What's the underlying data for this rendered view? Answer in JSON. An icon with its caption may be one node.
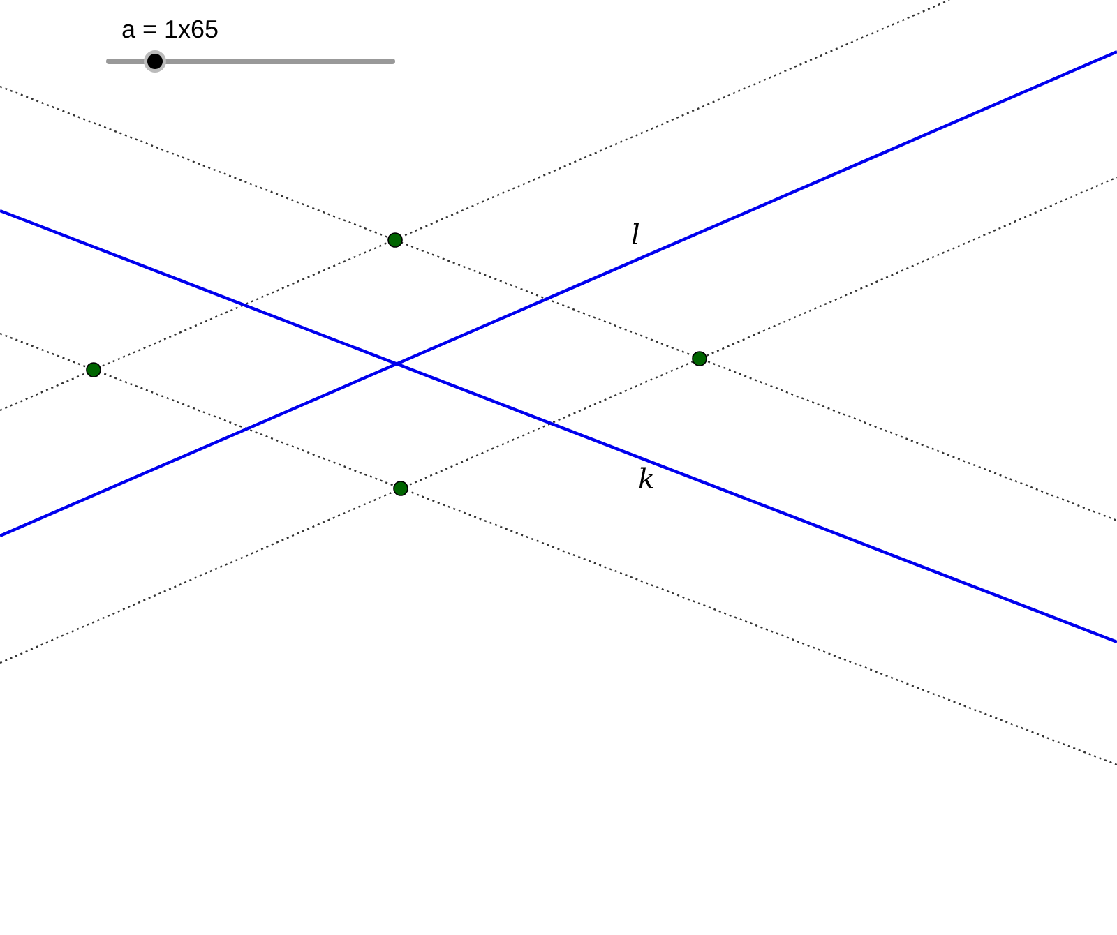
{
  "diagram": {
    "labels": [
      "a = 1x65",
      "l",
      "k"
    ]
  }
}
